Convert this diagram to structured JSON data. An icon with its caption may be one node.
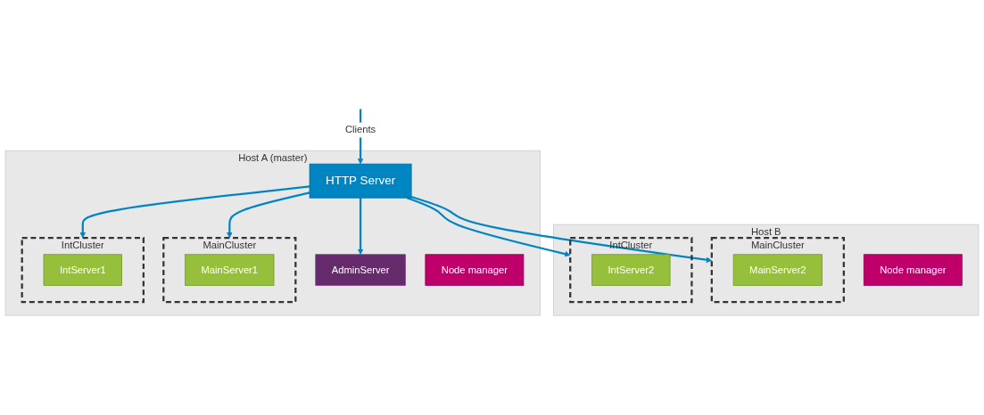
{
  "diagram": {
    "nodes": [
      {
        "text": [
          "Host A (master)"
        ]
      },
      {
        "text": [
          "HTTP Server"
        ],
        "in": 0
      },
      {
        "text": [
          "MainCluster"
        ],
        "in": 0
      },
      {
        "text": [
          "MainServer1"
        ],
        "in": 2
      },
      {
        "text": [
          "IntCluster"
        ],
        "in": 0
      },
      {
        "text": [
          "IntServer1"
        ],
        "in": 4
      },
      {
        "text": [
          "AdminServer"
        ],
        "in": 0
      },
      {
        "text": [
          "Node manager"
        ],
        "in": 0
      },
      {
        "text": [
          "Host B"
        ]
      },
      {
        "text": [
          "MainCluster"
        ],
        "in": 8
      },
      {
        "text": [
          "MainServer2"
        ],
        "in": 9
      },
      {
        "text": [
          "IntCluster"
        ],
        "in": 8
      },
      {
        "text": [
          "IntServer2"
        ],
        "in": 11
      },
      {
        "text": [
          "Node manager"
        ],
        "in": 8
      }
    ],
    "edges": [
      {
        "from": null,
        "to": 1,
        "arrow": "to",
        "label": "Clients"
      },
      {
        "from": 1,
        "to": 2,
        "arrow": "to"
      },
      {
        "from": 1,
        "to": 4,
        "arrow": "to"
      },
      {
        "from": 1,
        "to": 6,
        "arrow": "to"
      },
      {
        "from": 1,
        "to": 9,
        "arrow": "to"
      },
      {
        "from": 1,
        "to": 11,
        "arrow": "to"
      }
    ]
  }
}
